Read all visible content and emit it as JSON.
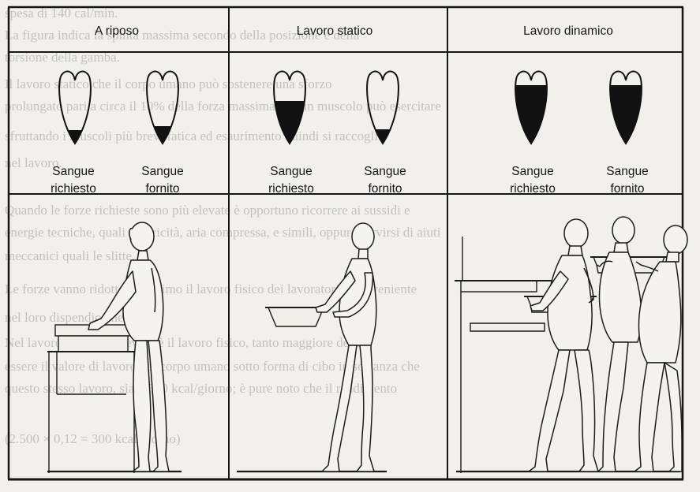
{
  "headers": [
    "A riposo",
    "Lavoro statico",
    "Lavoro dinamico"
  ],
  "captions": [
    {
      "line1": "Sangue",
      "line2": "richiesto",
      "blood_level": 0.2
    },
    {
      "line1": "Sangue",
      "line2": "fornito",
      "blood_level": 0.25
    },
    {
      "line1": "Sangue",
      "line2": "richiesto",
      "blood_level": 0.6
    },
    {
      "line1": "Sangue",
      "line2": "fornito",
      "blood_level": 0.2
    },
    {
      "line1": "Sangue",
      "line2": "richiesto",
      "blood_level": 0.8
    },
    {
      "line1": "Sangue",
      "line2": "fornito",
      "blood_level": 0.8
    }
  ],
  "bleed": [
    "spesa di 140 cal/min.",
    "La figura indica la spinta massima secondo della posizione e della",
    "torsione della gamba.",
    "Il lavoro statico che il corpo umano può sostenere una sforzo",
    "prolungato pari a circa il 10% della forza massima che un muscolo può esercitare",
    "sfruttando i muscoli più brevi fatica ed esaurimento quindi si raccoglie",
    "nel lavoro.",
    "Quando le forze richieste sono più elevate è opportuno ricorrere ai sussidi e",
    "energie tecniche, quali elettricità, aria compressa, e simili, oppure servirsi di aiuti",
    "meccanici quali le slitte.",
    "Le forze vanno ridotte al minimo il lavoro fisico dei lavoratori è conveniente",
    "nel loro dispendio energetico.",
    "Nel lavoro tanto più elevato è il lavoro fisico, tanto maggiore deve",
    "essere il valore di lavoro del corpo umano sotto forma di cibo in sostanza che",
    "questo stesso lavoro, sia 2.500 kcal/giorno; è pure noto che il rendimento",
    "(2.500 × 0,12 = 300 kcal/giorno)"
  ]
}
